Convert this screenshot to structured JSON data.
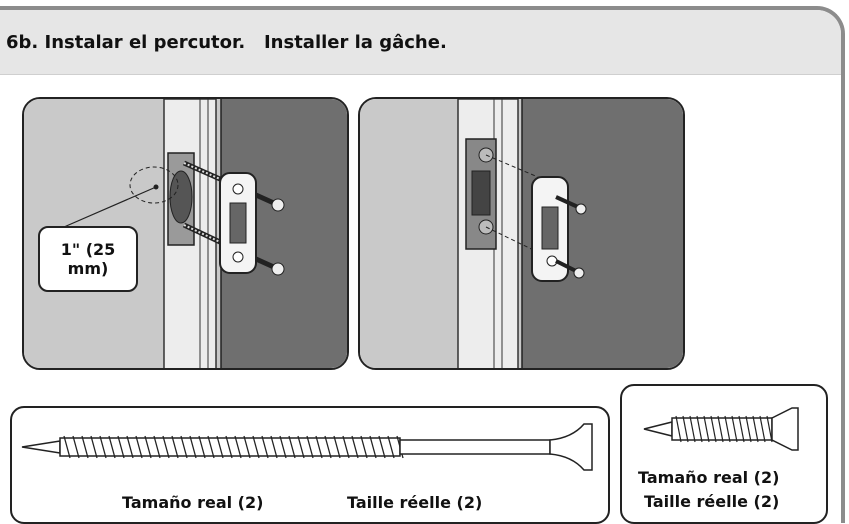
{
  "title": "6b. Instalar el percutor.   Installer la gâche.",
  "callout": {
    "line1": "1\" (25",
    "line2": "mm)"
  },
  "long_screw": {
    "label_es": "Tamaño real (2)",
    "label_fr": "Taille réelle (2)"
  },
  "short_screw": {
    "label_es": "Tamaño real (2)",
    "label_fr": "Taille réelle (2)"
  },
  "colors": {
    "wall": "#c9c9c9",
    "door": "#6f6f6f",
    "frame": "#ededed",
    "header": "#e6e6e6",
    "border": "#8c8c8c"
  },
  "icons": [
    "screw-icon",
    "strike-plate-icon"
  ]
}
